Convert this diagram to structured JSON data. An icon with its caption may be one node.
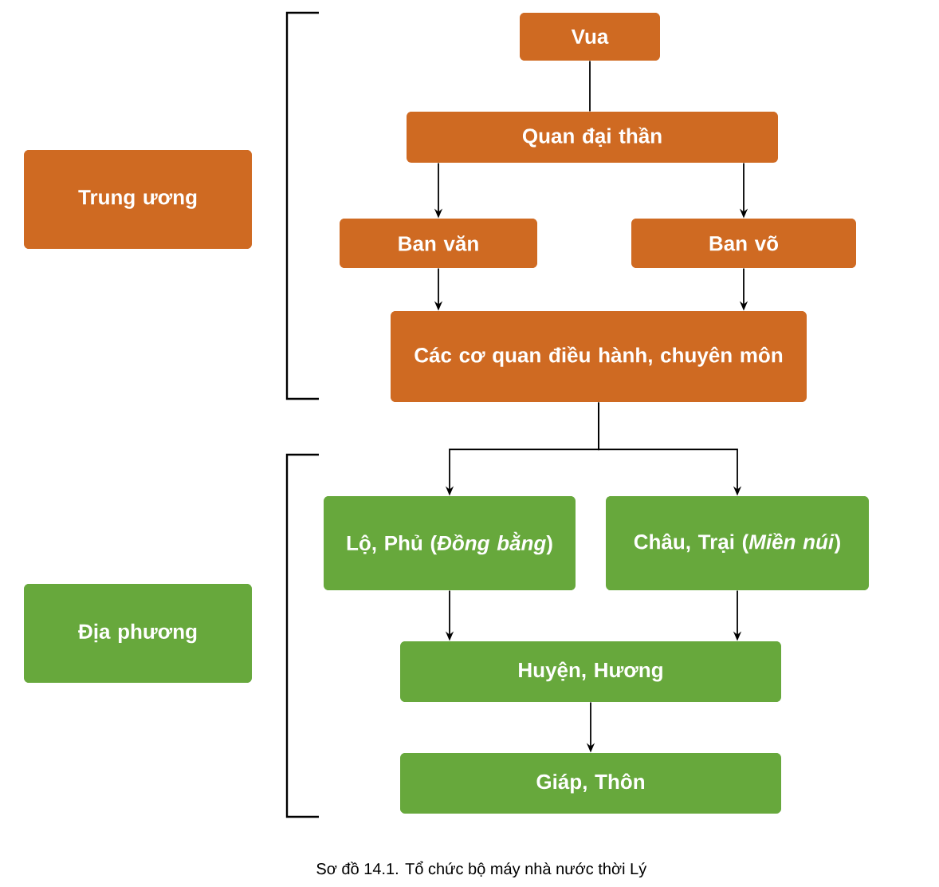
{
  "diagram": {
    "caption": "Sơ đồ 14.1. Tổ chức bộ máy nhà nước thời Lý",
    "nodes": [
      {
        "text": [
          "Vua"
        ]
      },
      {
        "text": [
          "Quan đại thần"
        ]
      },
      {
        "text": [
          "Ban văn"
        ]
      },
      {
        "text": [
          "Ban võ"
        ]
      },
      {
        "text": [
          "Các cơ quan điều hành, chuyên môn"
        ]
      },
      {
        "text": [
          "Lộ, Phủ (*Đồng bằng*)"
        ]
      },
      {
        "text": [
          "Châu, Trại (*Miền núi*)"
        ]
      },
      {
        "text": [
          "Huyện, Hương"
        ]
      },
      {
        "text": [
          "Giáp,  Thôn"
        ]
      },
      {
        "text": [
          "Trung ương"
        ]
      },
      {
        "text": [
          "Địa phương"
        ]
      }
    ],
    "edges": [
      {
        "from": 0,
        "to": 1,
        "arrow": "none"
      },
      {
        "from": 1,
        "to": 2,
        "arrow": "to"
      },
      {
        "from": 1,
        "to": 3,
        "arrow": "to"
      },
      {
        "from": 2,
        "to": 4,
        "arrow": "to"
      },
      {
        "from": 3,
        "to": 4,
        "arrow": "to"
      },
      {
        "from": 4,
        "to": 5,
        "arrow": "to"
      },
      {
        "from": 4,
        "to": 6,
        "arrow": "to"
      },
      {
        "from": 5,
        "to": 7,
        "arrow": "to"
      },
      {
        "from": 6,
        "to": 7,
        "arrow": "to"
      },
      {
        "from": 7,
        "to": 8,
        "arrow": "to"
      }
    ]
  }
}
